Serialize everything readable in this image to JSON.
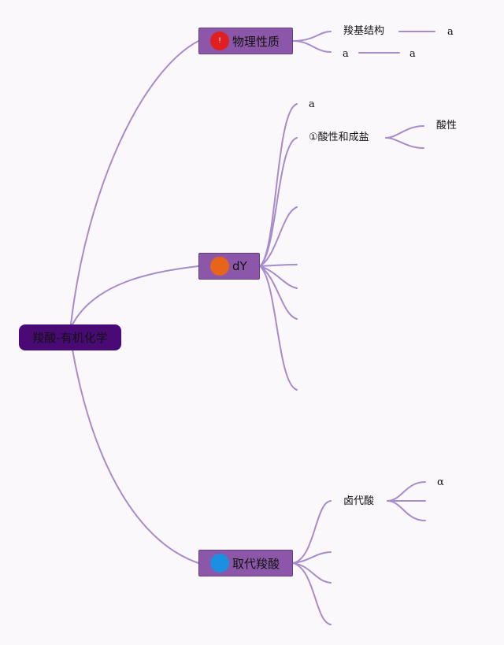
{
  "root": {
    "label": "羧酸-有机化学"
  },
  "branches": [
    {
      "label": "物理性质",
      "badge_color": "#e02020",
      "badge_text": "!"
    },
    {
      "label": "dY",
      "badge_color": "#e8641a",
      "badge_text": ""
    },
    {
      "label": "取代羧酸",
      "badge_color": "#1b8fe0",
      "badge_text": ""
    }
  ],
  "leaves": {
    "carboxyl_structure": "羧基结构",
    "a1": "a",
    "a2": "a",
    "a3": "a",
    "a4": "a",
    "acid_salt": "①酸性和成盐",
    "acidity": "酸性",
    "halo_acid": "卤代酸",
    "alpha": "α"
  },
  "colors": {
    "edge": "#a68ccb",
    "root": "#4a0a76",
    "branch": "#8d57a9"
  }
}
